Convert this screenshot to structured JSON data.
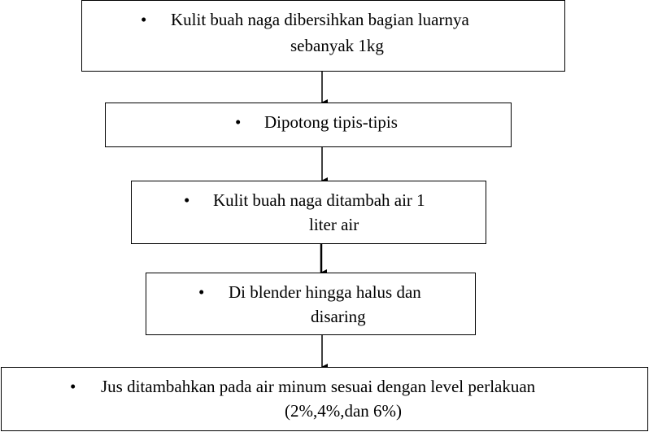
{
  "flowchart": {
    "bullet": "•",
    "steps": [
      {
        "line1": "Kulit buah naga dibersihkan bagian luarnya",
        "line2": "sebanyak 1kg"
      },
      {
        "line1": "Dipotong tipis-tipis"
      },
      {
        "line1": "Kulit buah naga ditambah air 1",
        "line2": "liter air"
      },
      {
        "line1": "Di blender hingga halus dan",
        "line2": "disaring"
      },
      {
        "line1": "Jus ditambahkan pada air minum sesuai dengan level perlakuan",
        "line2": "(2%,4%,dan 6%)"
      }
    ]
  }
}
